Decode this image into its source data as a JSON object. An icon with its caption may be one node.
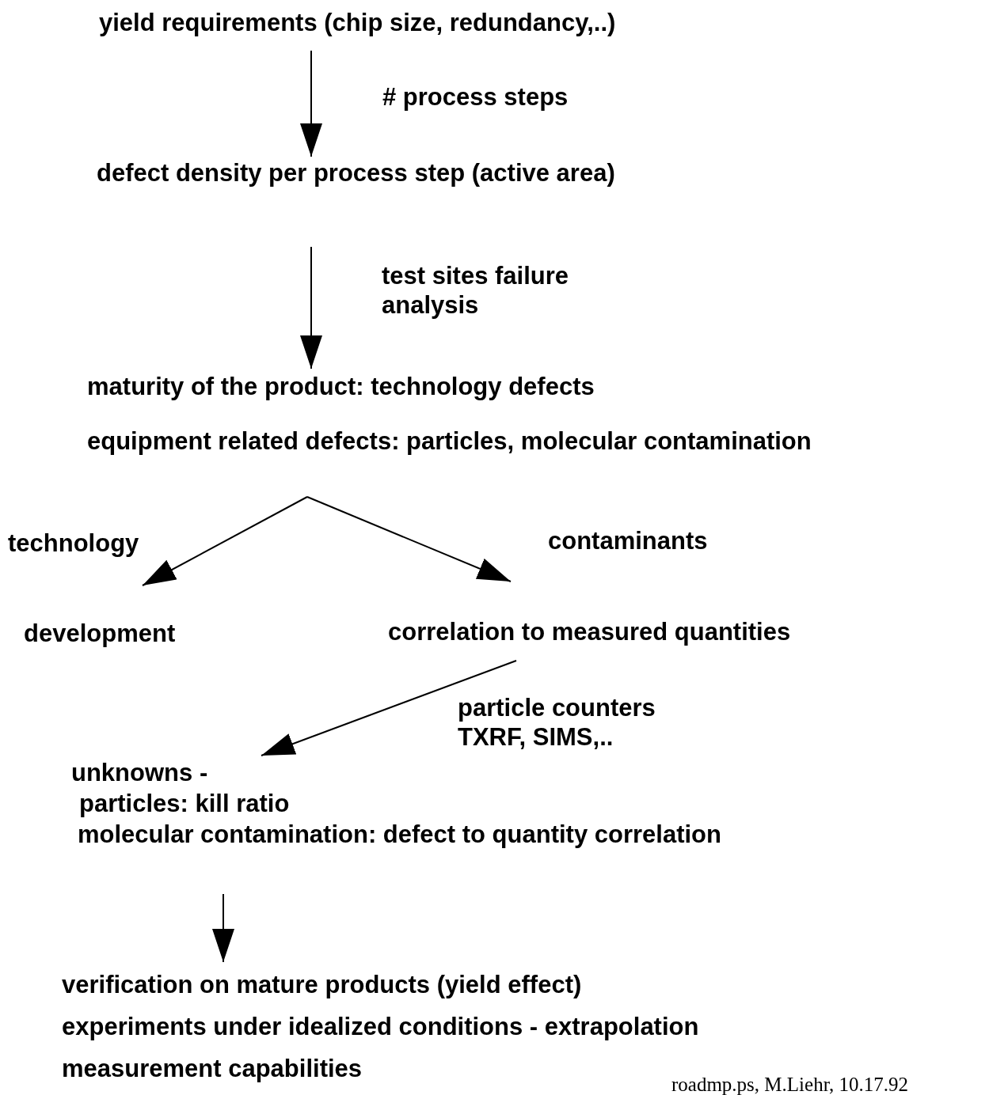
{
  "diagram": {
    "nodes": [
      {
        "text": [
          "yield requirements (chip size, redundancy,..)"
        ]
      },
      {
        "text": [
          "defect density per process step (active area)"
        ]
      },
      {
        "text": [
          "maturity of the product: technology defects",
          "equipment related defects: particles, molecular contamination"
        ]
      },
      {
        "text": [
          "development"
        ]
      },
      {
        "text": [
          "correlation to measured quantities"
        ]
      },
      {
        "text": [
          "unknowns -",
          "particles: kill ratio",
          "molecular contamination: defect to quantity correlation"
        ]
      },
      {
        "text": [
          "verification on mature products (yield effect)",
          "experiments under idealized conditions - extrapolation",
          "measurement capabilities"
        ]
      }
    ],
    "edges": [
      {
        "from": 0,
        "to": 1,
        "arrow": "to",
        "label": "# process steps"
      },
      {
        "from": 1,
        "to": 2,
        "arrow": "to",
        "label": "test sites failure analysis"
      },
      {
        "from": 2,
        "to": 3,
        "arrow": "to",
        "label": "technology"
      },
      {
        "from": 2,
        "to": 4,
        "arrow": "to",
        "label": "contaminants"
      },
      {
        "from": 4,
        "to": 5,
        "arrow": "to",
        "label": "particle counters TXRF, SIMS,.."
      },
      {
        "from": 5,
        "to": 6,
        "arrow": "to"
      }
    ],
    "labels": [
      "roadmp.ps, M.Liehr, 10.17.92"
    ]
  }
}
